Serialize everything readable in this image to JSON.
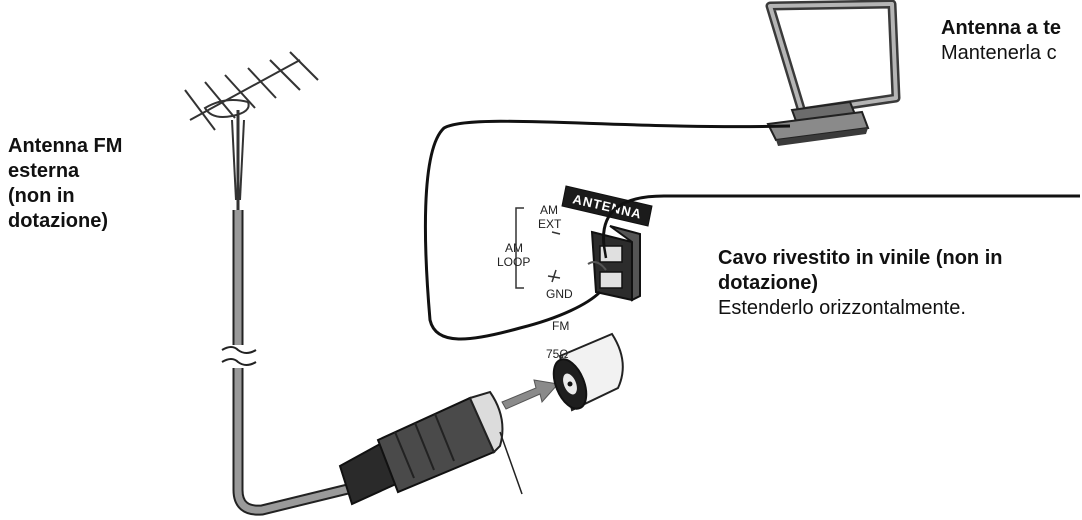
{
  "fm_antenna": {
    "lines": [
      "Antenna FM",
      "esterna",
      "(non in",
      "dotazione)"
    ]
  },
  "loop_antenna": {
    "title": "Antenna a te",
    "note": "Mantenerla c"
  },
  "vinyl_wire": {
    "title_lines": [
      "Cavo rivestito in vinile (non in",
      "dotazione)"
    ],
    "note": "Estenderlo orizzontalmente."
  },
  "terminal_panel": {
    "tag": "ANTENNA",
    "am_ext": [
      "AM",
      "EXT"
    ],
    "am_loop": [
      "AM",
      "LOOP"
    ],
    "gnd": "GND",
    "fm": "FM",
    "fm_impedance": "75Ω"
  }
}
